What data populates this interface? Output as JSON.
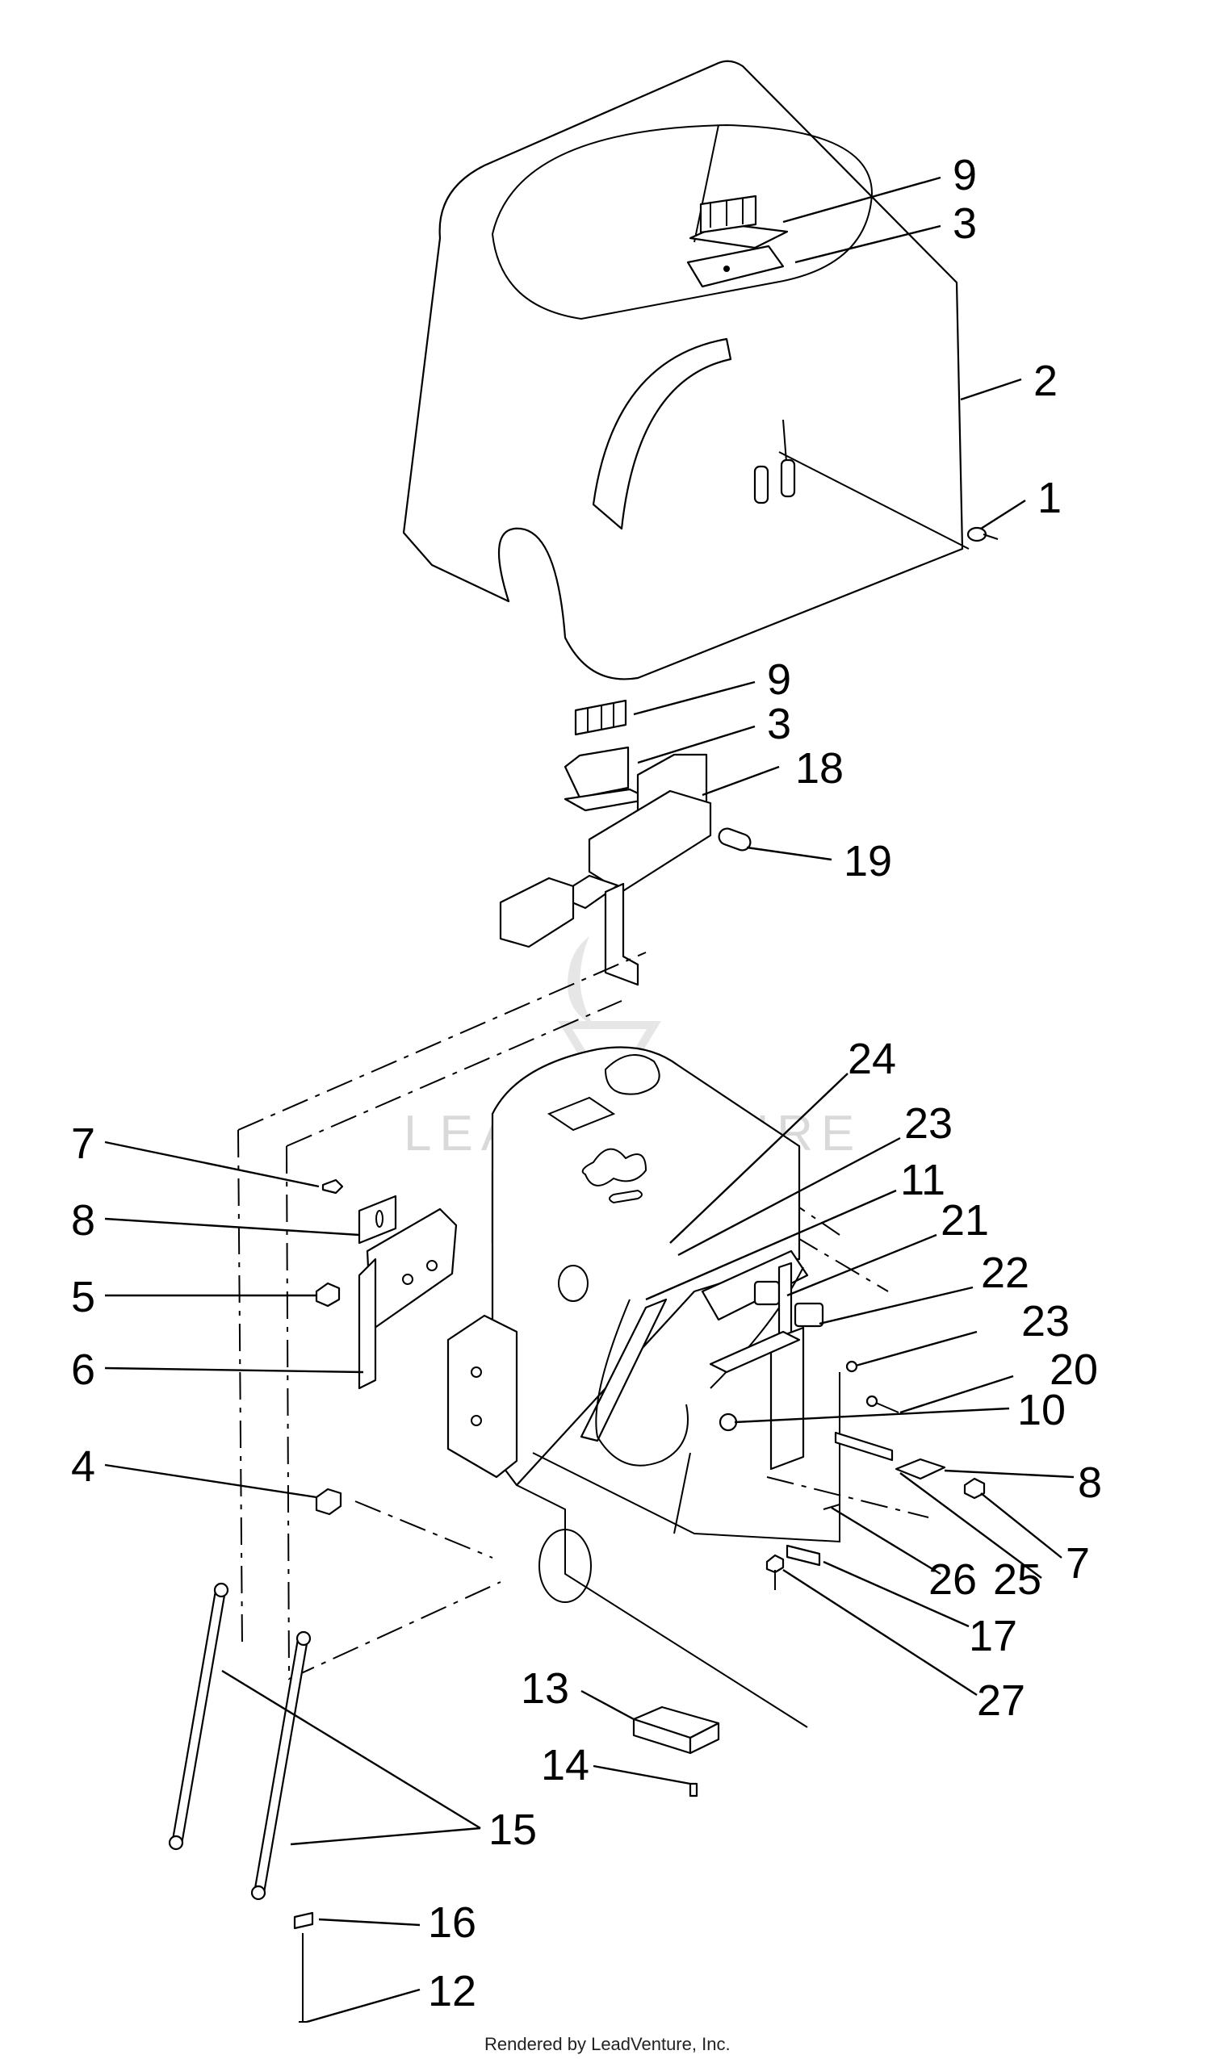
{
  "watermark": "LEADVENTURE",
  "footer": "Rendered by LeadVenture, Inc.",
  "callouts": [
    {
      "id": "c9a",
      "label": "9"
    },
    {
      "id": "c3a",
      "label": "3"
    },
    {
      "id": "c2",
      "label": "2"
    },
    {
      "id": "c1",
      "label": "1"
    },
    {
      "id": "c9b",
      "label": "9"
    },
    {
      "id": "c3b",
      "label": "3"
    },
    {
      "id": "c18",
      "label": "18"
    },
    {
      "id": "c19",
      "label": "19"
    },
    {
      "id": "c24",
      "label": "24"
    },
    {
      "id": "c23a",
      "label": "23"
    },
    {
      "id": "c11",
      "label": "11"
    },
    {
      "id": "c21",
      "label": "21"
    },
    {
      "id": "c22",
      "label": "22"
    },
    {
      "id": "c23b",
      "label": "23"
    },
    {
      "id": "c20",
      "label": "20"
    },
    {
      "id": "c10",
      "label": "10"
    },
    {
      "id": "c8b",
      "label": "8"
    },
    {
      "id": "c7b",
      "label": "7"
    },
    {
      "id": "c25",
      "label": "25"
    },
    {
      "id": "c26",
      "label": "26"
    },
    {
      "id": "c17",
      "label": "17"
    },
    {
      "id": "c27",
      "label": "27"
    },
    {
      "id": "c7a",
      "label": "7"
    },
    {
      "id": "c8a",
      "label": "8"
    },
    {
      "id": "c5",
      "label": "5"
    },
    {
      "id": "c6",
      "label": "6"
    },
    {
      "id": "c4",
      "label": "4"
    },
    {
      "id": "c13",
      "label": "13"
    },
    {
      "id": "c14",
      "label": "14"
    },
    {
      "id": "c15",
      "label": "15"
    },
    {
      "id": "c16",
      "label": "16"
    },
    {
      "id": "c12",
      "label": "12"
    }
  ]
}
